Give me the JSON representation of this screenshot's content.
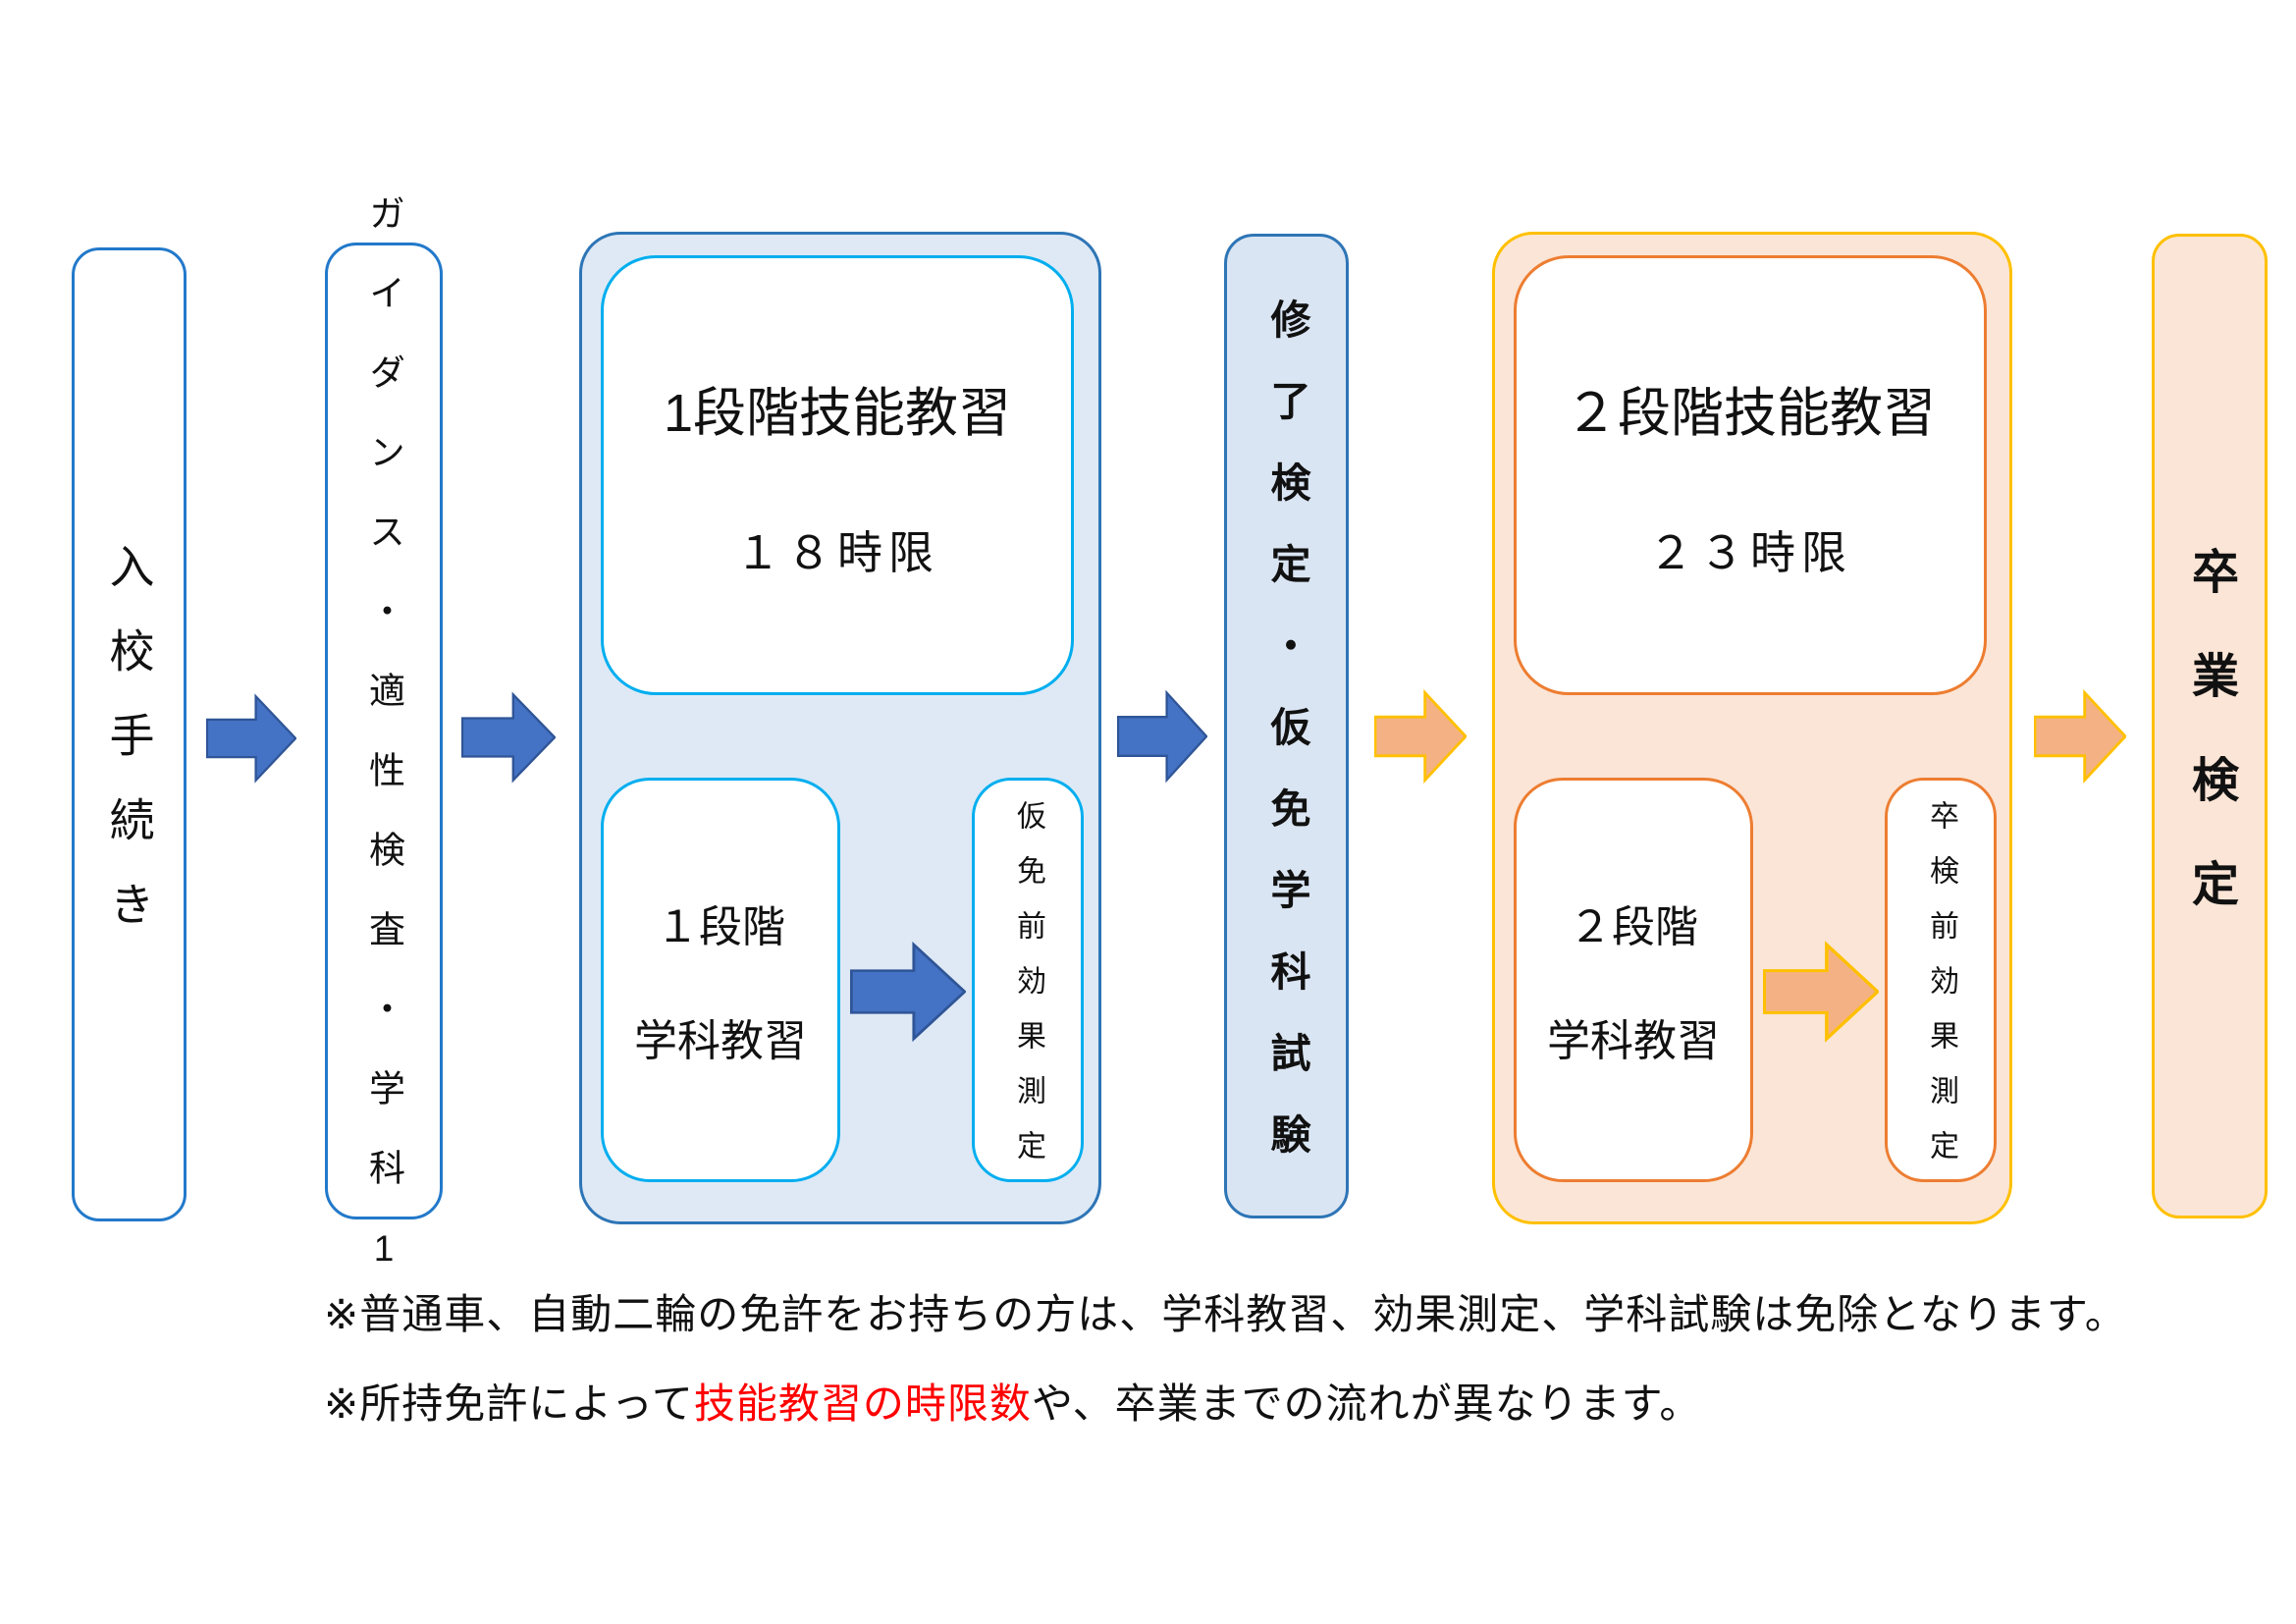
{
  "flow": {
    "entry": {
      "label": "入校手続き"
    },
    "guidance": {
      "label": "ガイダンス・適性検査・学科1"
    },
    "stage1": {
      "skill_title": "1段階技能教習",
      "skill_hours": "１８時限",
      "lecture_line1": "１段階",
      "lecture_line2": "学科教習",
      "pre_test": "仮免前効果測定"
    },
    "completion_exam": {
      "label": "修了検定・仮免学科試験"
    },
    "stage2": {
      "skill_title": "２段階技能教習",
      "skill_hours": "２３時限",
      "lecture_line1": "２段階",
      "lecture_line2": "学科教習",
      "pre_test": "卒検前効果測定"
    },
    "graduation_exam": {
      "label": "卒業検定"
    }
  },
  "notes": {
    "line1": "※普通車、自動二輪の免許をお持ちの方は、学科教習、効果測定、学科試験は免除となります。",
    "line2_prefix": "※所持免許によって",
    "line2_highlight": "技能教習の時限数",
    "line2_suffix": "や、卒業までの流れが異なります。"
  },
  "colors": {
    "box-blue-border": "#2279CA",
    "container-blue-border": "#2E75B6",
    "container-blue-fill": "#DEE9F5",
    "inner-blue-border": "#00AEEF",
    "exam-blue-fill": "#DAE5F3",
    "arrow-blue-fill": "#4472C4",
    "arrow-blue-stroke": "#2F5597",
    "container-orange-border": "#FFC000",
    "container-orange-fill": "#FBE5D6",
    "inner-orange-border": "#ED7D31",
    "arrow-orange-fill": "#F4B183",
    "arrow-orange-stroke": "#FFC000",
    "note-highlight": "#FF0000"
  }
}
